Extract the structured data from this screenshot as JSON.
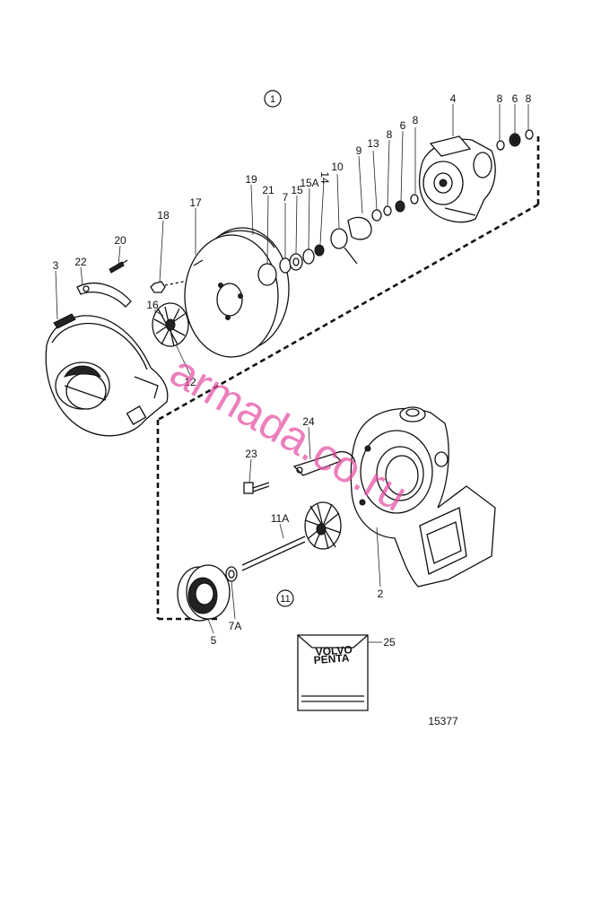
{
  "callouts": [
    "1",
    "2",
    "3",
    "4",
    "5",
    "6",
    "6",
    "7",
    "7A",
    "8",
    "8",
    "8",
    "8",
    "9",
    "10",
    "11A",
    "12",
    "13",
    "14",
    "15",
    "15A",
    "16",
    "17",
    "18",
    "19",
    "20",
    "21",
    "22",
    "23",
    "24",
    "25"
  ],
  "groups": {
    "upper": "1",
    "lower": "11"
  },
  "kit_label": {
    "line1": "VOLVO",
    "line2": "PENTA"
  },
  "figure_number": "15377",
  "watermark": "armada.co.ru"
}
